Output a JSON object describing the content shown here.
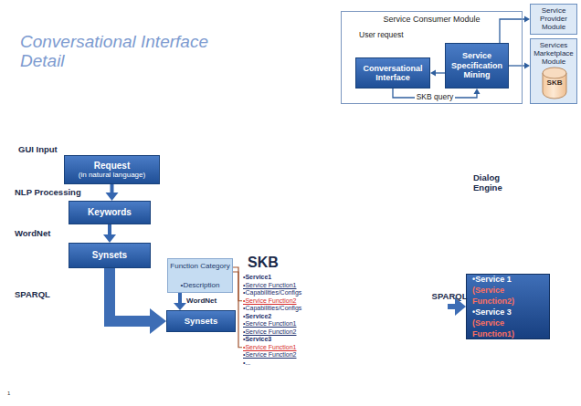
{
  "diagram": {
    "nodes": [
      {
        "text": [
          "Service Consumer Module"
        ]
      },
      {
        "text": [
          "Conversational Interface"
        ],
        "in": 0
      },
      {
        "text": [
          "Service Specification Mining"
        ],
        "in": 0
      },
      {
        "text": [
          "Service Provider Module"
        ]
      },
      {
        "text": [
          "Services Marketplace Module"
        ]
      },
      {
        "text": [
          "SKB"
        ],
        "in": 4
      },
      {
        "text": [
          "Request",
          "(in natural language)"
        ]
      },
      {
        "text": [
          "Keywords"
        ]
      },
      {
        "text": [
          "Synsets"
        ]
      },
      {
        "text": [
          "SKB"
        ]
      },
      {
        "text": [
          "Function Category",
          "•Description"
        ],
        "in": 9
      },
      {
        "text": [
          "Synsets"
        ],
        "in": 9
      },
      {
        "text": [
          "•Service1",
          "•Service Function1",
          "•Capabilities/Configs",
          "•Service Function2",
          "•Capabilities/Configs",
          "•Service2",
          "•Service Function1",
          "•Service Function2",
          "•Service3",
          "•Service Function1",
          "•Service Function2",
          "•..."
        ],
        "in": 9
      },
      {
        "text": [
          "•Service 1",
          "(Service Function2)",
          "•Service 3",
          "(Service Function1)"
        ]
      }
    ],
    "edges": [
      {
        "from": 2,
        "to": 1,
        "arrow": "to"
      },
      {
        "from": 1,
        "to": 2,
        "label": "SKB query",
        "arrow": "to"
      },
      {
        "from": 2,
        "to": 3,
        "arrow": "to"
      },
      {
        "from": 2,
        "to": 4,
        "arrow": "to"
      },
      {
        "from": 6,
        "to": 7,
        "label": "NLP Processing",
        "arrow": "to"
      },
      {
        "from": 7,
        "to": 8,
        "label": "WordNet",
        "arrow": "to"
      },
      {
        "from": 8,
        "to": 11,
        "label": "SPARQL",
        "arrow": "to"
      },
      {
        "from": 10,
        "to": 11,
        "label": "WordNet",
        "arrow": "to"
      },
      {
        "from": 9,
        "to": 13,
        "label": "SPARQL",
        "arrow": "to"
      }
    ],
    "labels": [
      "Conversational Interface Detail",
      "User request",
      "GUI Input",
      "Dialog Engine",
      "1"
    ]
  }
}
